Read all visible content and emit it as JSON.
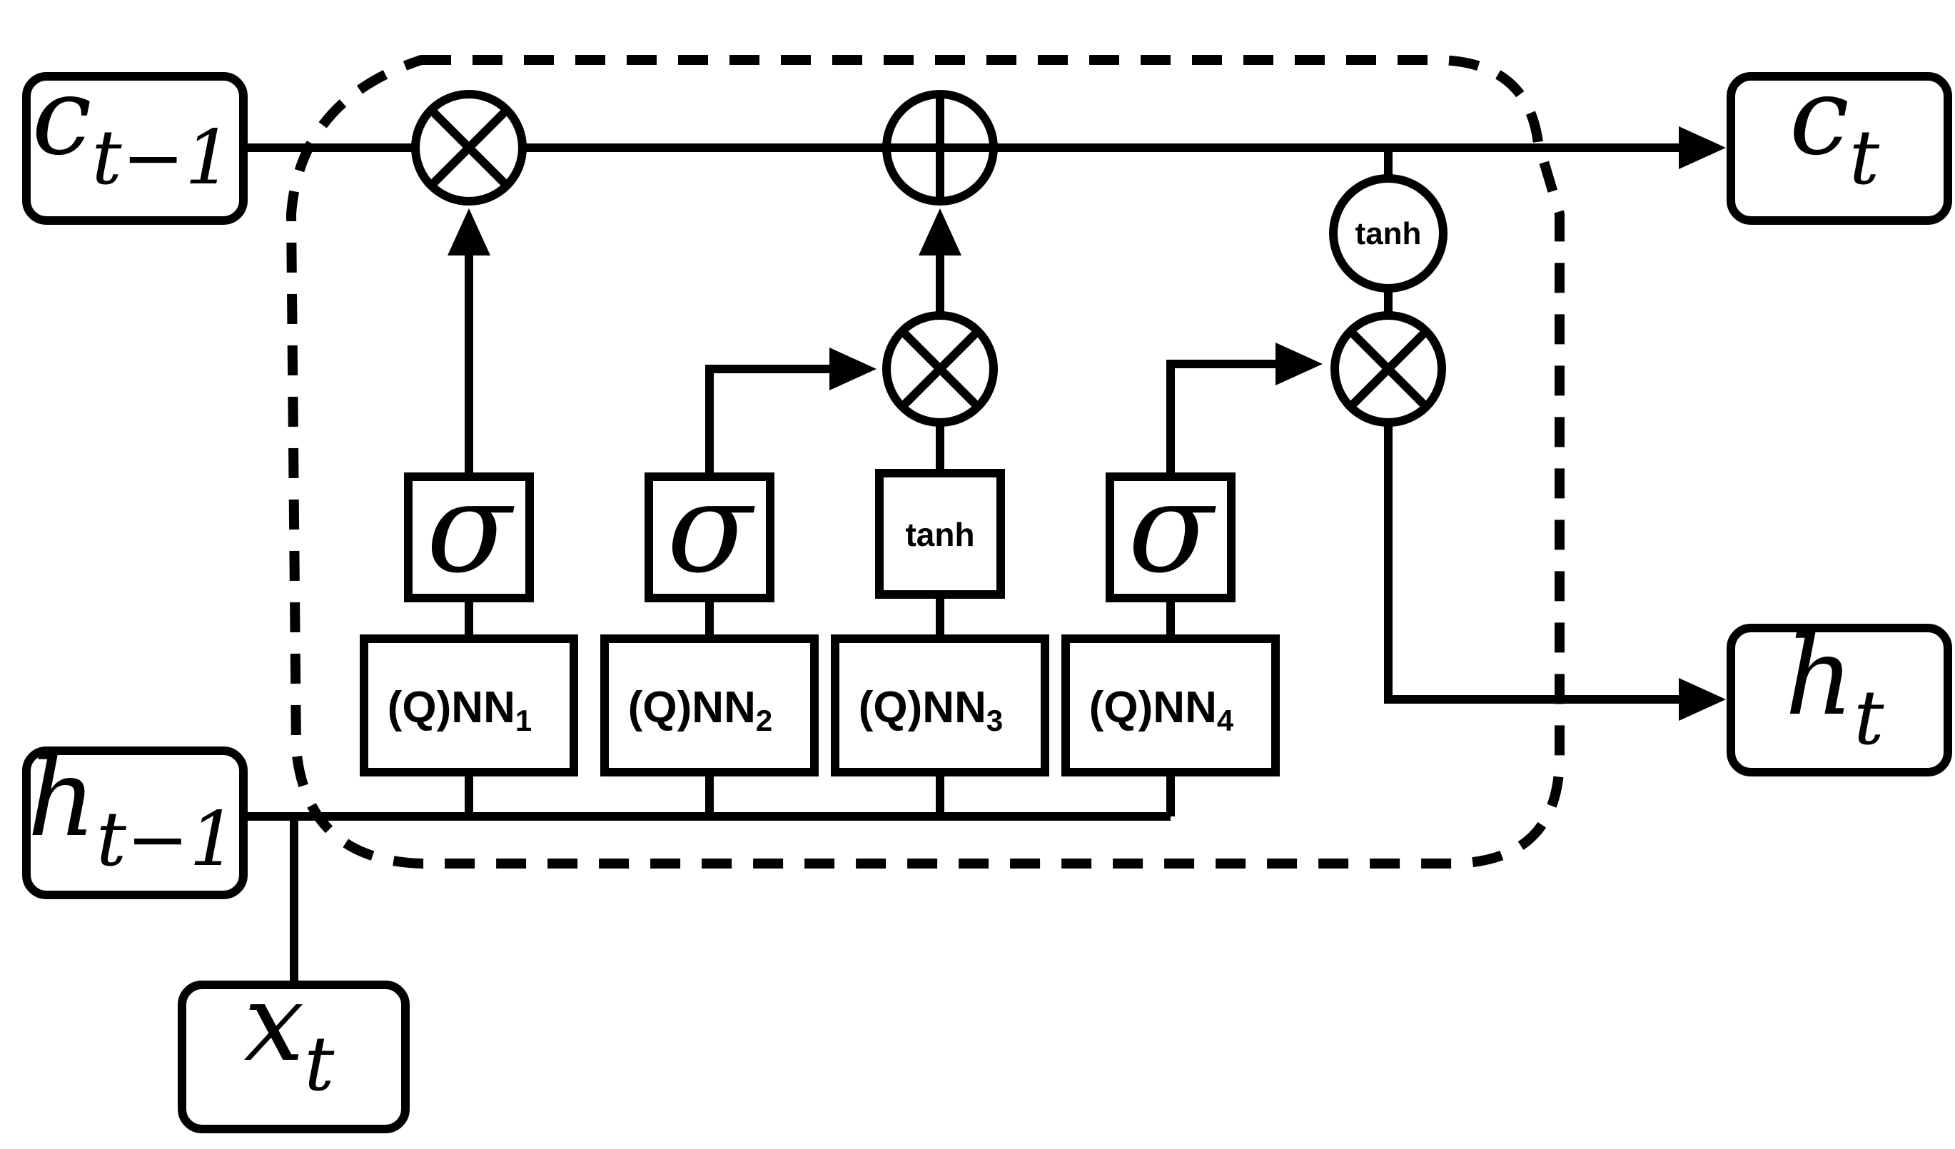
{
  "colors": {
    "stroke": "#000000",
    "background": "#ffffff"
  },
  "io": {
    "c_prev": {
      "base": "c",
      "sub": "t−1"
    },
    "c_next": {
      "base": "c",
      "sub": "t"
    },
    "h_prev": {
      "base": "h",
      "sub": "t−1"
    },
    "h_next": {
      "base": "h",
      "sub": "t"
    },
    "x_in": {
      "base": "x",
      "sub": "t"
    }
  },
  "operators": {
    "multiply": "⊗",
    "add": "⊕"
  },
  "activations": {
    "sigma": "σ",
    "tanh": "tanh"
  },
  "networks": [
    {
      "base": "(Q)NN",
      "sub": "1"
    },
    {
      "base": "(Q)NN",
      "sub": "2"
    },
    {
      "base": "(Q)NN",
      "sub": "3"
    },
    {
      "base": "(Q)NN",
      "sub": "4"
    }
  ]
}
